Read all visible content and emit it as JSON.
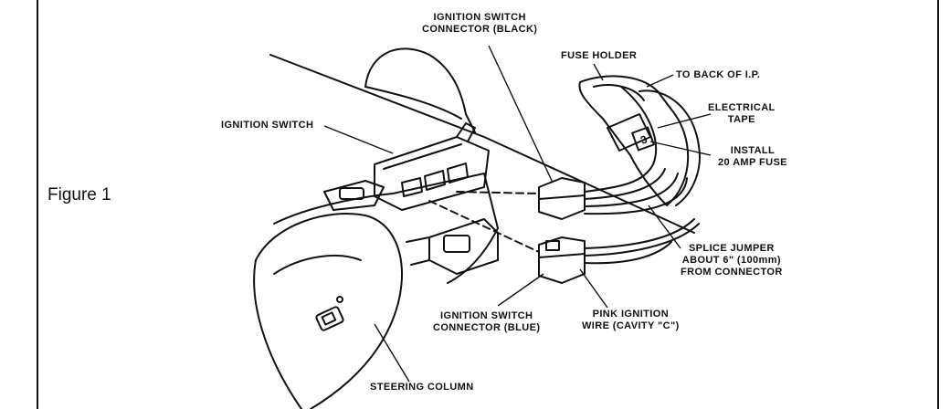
{
  "figure": {
    "label": "Figure 1"
  },
  "labels": {
    "ignition_switch": "IGNITION SWITCH",
    "connector_black_line1": "IGNITION SWITCH",
    "connector_black_line2": "CONNECTOR (BLACK)",
    "fuse_holder": "FUSE HOLDER",
    "to_back_of_ip": "TO BACK OF I.P.",
    "electrical_tape_line1": "ELECTRICAL",
    "electrical_tape_line2": "TAPE",
    "install_fuse_line1": "INSTALL",
    "install_fuse_line2": "20 AMP FUSE",
    "splice_line1": "SPLICE  JUMPER",
    "splice_line2": "ABOUT 6\" (100mm)",
    "splice_line3": "FROM CONNECTOR",
    "pink_wire_line1": "PINK IGNITION",
    "pink_wire_line2": "WIRE (CAVITY \"C\")",
    "connector_blue_line1": "IGNITION SWITCH",
    "connector_blue_line2": "CONNECTOR (BLUE)",
    "steering_column": "STEERING COLUMN",
    "fuse_holder_mark": "3"
  }
}
